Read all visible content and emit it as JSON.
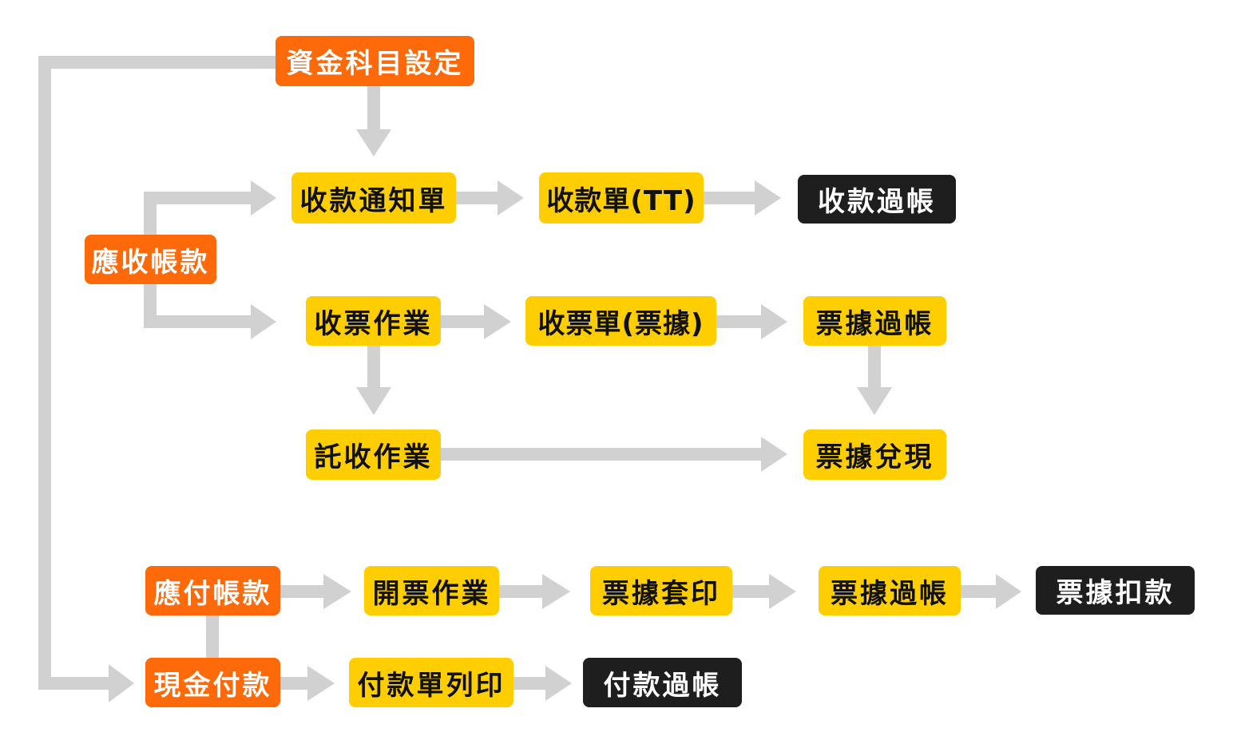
{
  "colors": {
    "orange": "#fe6a09",
    "yellow": "#fece00",
    "black": "#1e1e1e",
    "connector": "#d1d1d1"
  },
  "nodes": {
    "fund_account_setup": "資金科目設定",
    "accounts_receivable": "應收帳款",
    "receipt_notice": "收款通知單",
    "receipt_tt": "收款單(TT)",
    "receipt_posting": "收款過帳",
    "note_receiving": "收票作業",
    "note_receipt": "收票單(票據)",
    "note_posting_ar": "票據過帳",
    "collection_entrust": "託收作業",
    "note_cashing": "票據兌現",
    "accounts_payable": "應付帳款",
    "note_issuing": "開票作業",
    "note_printing": "票據套印",
    "note_posting_ap": "票據過帳",
    "note_deduction": "票據扣款",
    "cash_payment": "現金付款",
    "payment_slip_print": "付款單列印",
    "payment_posting": "付款過帳"
  }
}
